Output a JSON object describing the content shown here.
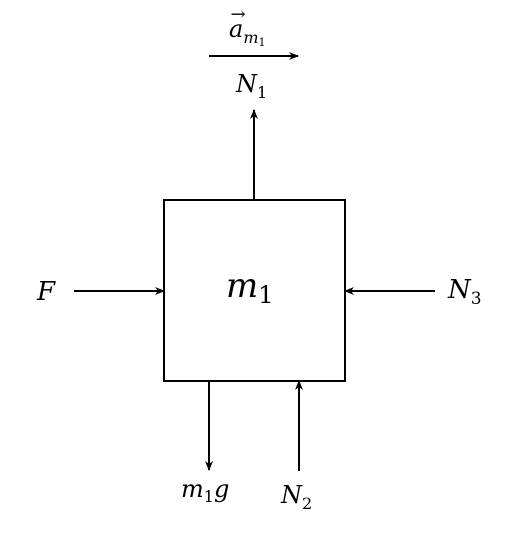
{
  "diagram": {
    "mass_label": {
      "symbol": "m",
      "sub": "1"
    },
    "acceleration_label": {
      "symbol": "a",
      "vector_mark": "→",
      "sub_symbol": "m",
      "sub_sub": "1"
    },
    "forces": {
      "n1": {
        "symbol": "N",
        "sub": "1"
      },
      "f": {
        "symbol": "F"
      },
      "n3": {
        "symbol": "N",
        "sub": "3"
      },
      "weight": {
        "symbol": "m",
        "sub": "1",
        "suffix": "g"
      },
      "n2": {
        "symbol": "N",
        "sub": "2"
      }
    },
    "colors": {
      "stroke": "#000000",
      "background": "#ffffff"
    }
  }
}
